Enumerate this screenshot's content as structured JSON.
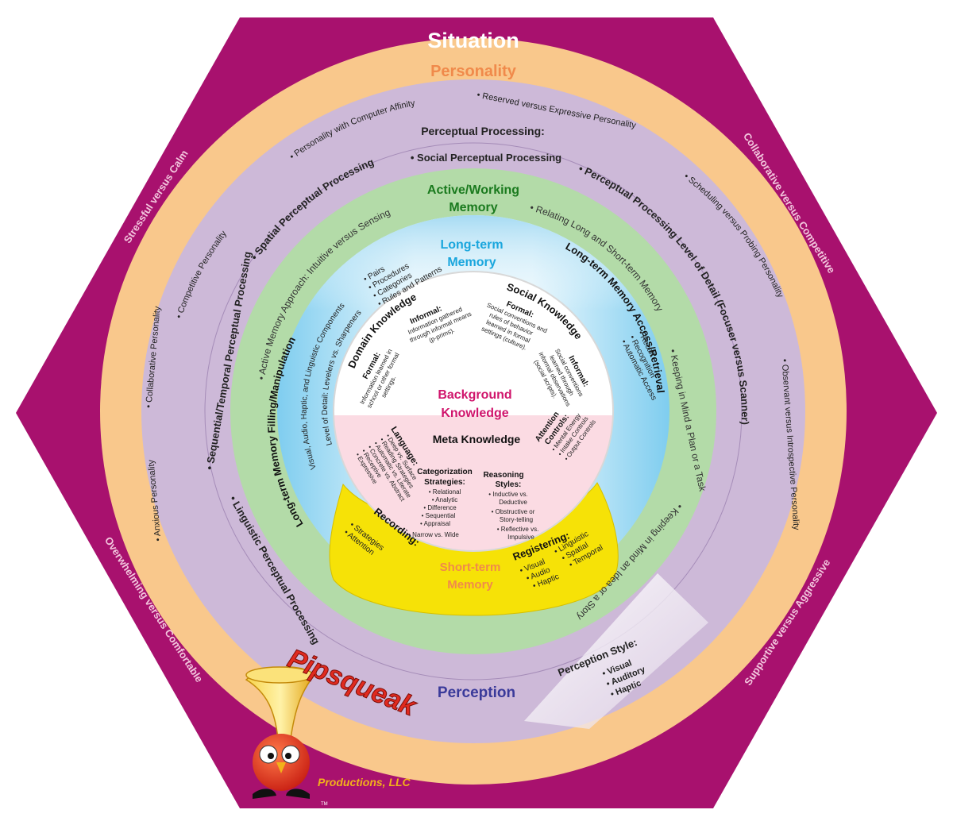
{
  "colors": {
    "hexagon": "#a8116e",
    "personality_ring": "#f9c88c",
    "perception_ring": "#cdb9d8",
    "working_ring": "#b3dba8",
    "longterm_ring": "#a9dcf2",
    "background_core": "#ffffff",
    "meta_core": "#fbdbe3",
    "shortterm": "#f6e207",
    "situation_text": "#ffffff",
    "personality_title": "#f08a4b",
    "working_title": "#1a7a1e",
    "longterm_title": "#1aa6dd",
    "background_title": "#d0156c",
    "shortterm_title": "#f08a4b",
    "perception_title": "#3a3a9a",
    "logo_red": "#e02a1f",
    "logo_gold": "#f2b21a"
  },
  "situation": {
    "title": "Situation",
    "left_top": "Stressful versus Calm",
    "right_top": "Collaborative versus Competitive",
    "left_bottom": "Overwhelming versus Comfortable",
    "right_bottom": "Supportive versus Aggressive"
  },
  "personality": {
    "title": "Personality",
    "items": [
      "• Personality with Computer Affinity",
      "• Reserved versus Expressive Personality",
      "• Scheduling versus Probing Personality",
      "• Observant versus Introspective Personality",
      "• Competitive Personality",
      "• Collaborative Personality",
      "• Anxious Personality"
    ]
  },
  "perception": {
    "title": "Perception",
    "processing_title": "Perceptual Processing:",
    "items": [
      "• Social Perceptual Processing",
      "• Spatial Perceptual Processing",
      "• Perceptual Processing Level of Detail (Focuser versus Scanner)",
      "• Sequential/Temporal Perceptual Processing",
      "• Linguistic Perceptual Processing"
    ],
    "style_title": "Perception Style:",
    "style_items": [
      "• Visual",
      "• Auditory",
      "• Haptic"
    ]
  },
  "working_memory": {
    "title_line1": "Active/Working",
    "title_line2": "Memory",
    "items": [
      "• Relating Long and Short-term Memory",
      "• Keeping in Mind a Plan or a Task",
      "• Keeping in Mind an Idea or a Story",
      "• Active Memory Approach: Intuitive versus Sensing"
    ]
  },
  "long_term": {
    "title_line1": "Long-term",
    "title_line2": "Memory",
    "access_title": "Long-term Memory Access/Retrieval",
    "access_items": [
      "• Automatic Access",
      "• Recognition",
      "• Recall"
    ],
    "filling_title": "Long-term Memory Filling/Manipulation",
    "filling_line1": "Visual, Audio, Haptic, and Linguistic Components",
    "filling_line2": "Level of Detail: Levelers vs. Sharpeners",
    "pairs_items": [
      "• Pairs",
      "• Procedures",
      "• Categories",
      "• Rules and Patterns"
    ]
  },
  "background": {
    "title_line1": "Background",
    "title_line2": "Knowledge",
    "domain_title": "Domain Knowledge",
    "domain_formal_title": "Formal:",
    "domain_formal_lines": [
      "Information learned in",
      "school or other formal",
      "settings."
    ],
    "domain_informal_title": "Informal:",
    "domain_informal_lines": [
      "Information gathered",
      "through informal means",
      "(p-prims)."
    ],
    "social_title": "Social Knowledge",
    "social_formal_title": "Formal:",
    "social_formal_lines": [
      "Social conventions and",
      "rules of behavior",
      "learned in formal",
      "settings (culture)."
    ],
    "social_informal_title": "Informal:",
    "social_informal_lines": [
      "Social conventions",
      "learned through",
      "informal observations",
      "(social scripts)."
    ]
  },
  "meta": {
    "title": "Meta Knowledge",
    "language_title": "Language:",
    "language_items": [
      "• Deep vs. Surface",
      "• Reading Strategies",
      "• Automatic vs. Literate",
      "• Concrete vs. Abstract",
      "• Receptive",
      "• Expressive"
    ],
    "categorization_title_1": "Categorization",
    "categorization_title_2": "Strategies:",
    "categorization_items": [
      "• Relational",
      "• Analytic",
      "• Difference",
      "• Sequential",
      "• Appraisal",
      "• Narrow vs. Wide"
    ],
    "reasoning_title_1": "Reasoning",
    "reasoning_title_2": "Styles:",
    "reasoning_items": [
      "• Inductive vs.",
      "Deductive",
      "• Obstructive or",
      "Story-telling",
      "• Reflective vs.",
      "Impulsive"
    ],
    "attention_title_1": "Attention",
    "attention_title_2": "Controls:",
    "attention_items": [
      "• Mental Energy",
      "• Intake Controls",
      "• Output Controls"
    ]
  },
  "short_term": {
    "title_line1": "Short-term",
    "title_line2": "Memory",
    "recording_title": "Recording:",
    "recording_items": [
      "• Strategies",
      "• Attention"
    ],
    "registering_title": "Registering:",
    "registering_left": [
      "• Visual",
      "• Audio",
      "• Haptic"
    ],
    "registering_right": [
      "• Linguistic",
      "• Spatial",
      "• Temporal"
    ]
  },
  "logo": {
    "name": "Pipsqueak",
    "sub": "Productions, LLC",
    "tm": "TM"
  }
}
